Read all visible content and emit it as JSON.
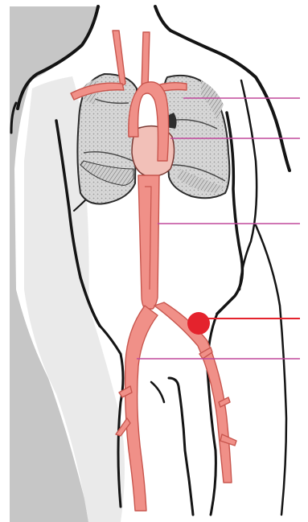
{
  "colors": {
    "background": "#ffffff",
    "shading": "#c9c9c9",
    "outline": "#141414",
    "artery": "#f09088",
    "artery_dark": "#c8564e",
    "lung": "#d4d4d4",
    "lung_dark": "#8d8d8d",
    "leader_line": "#c0489c",
    "marker": "#e4232d",
    "marker_line": "#e4232d"
  },
  "diagram": {
    "leader_lines": [
      {
        "target": "lung",
        "color": "#c0489c"
      },
      {
        "target": "heart",
        "color": "#c0489c"
      },
      {
        "target": "aorta",
        "color": "#c0489c"
      },
      {
        "target": "iliac-artery",
        "color": "#c0489c"
      }
    ],
    "marker": {
      "target": "aortic-bifurcation",
      "color": "#e4232d"
    }
  }
}
